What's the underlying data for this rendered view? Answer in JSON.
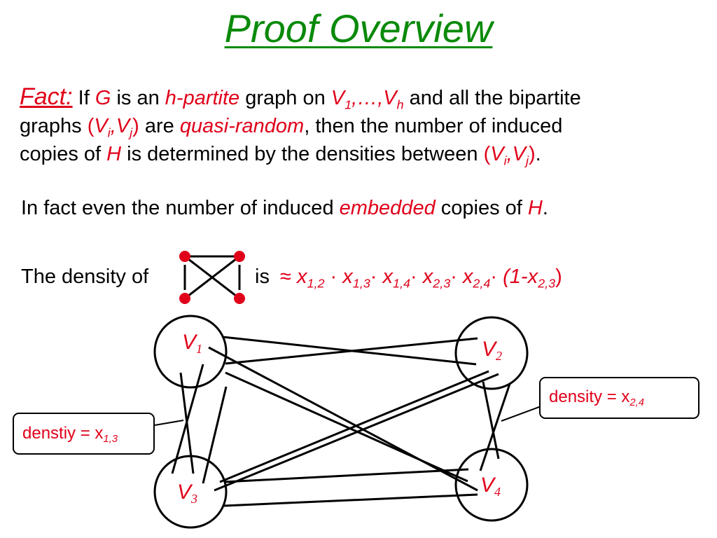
{
  "title": "Proof Overview",
  "fact": {
    "label": "Fact:",
    "w1": "If",
    "G": "G",
    "w2": "is an",
    "hpartite": "h-partite",
    "w3": "graph on",
    "V": "V",
    "s1": "1",
    "dots": ",…,",
    "sh": "h",
    "w4": "and all the bipartite",
    "w5": "graphs",
    "lp": "(",
    "Vi": "V",
    "si": "i",
    "comma": ",",
    "Vj": "V",
    "sj": "j",
    "rp": ")",
    "w6": "are",
    "quasi": "quasi-random",
    "w7": ", then the number of induced",
    "w8": "copies of",
    "H": "H",
    "w9": "is determined by the densities between",
    "dot": "."
  },
  "infact": {
    "w1": "In fact even the number of induced",
    "embedded": "embedded",
    "w2": "copies of",
    "H": "H",
    "dot": "."
  },
  "density": {
    "prefix": "The density of",
    "is": "is",
    "formula": {
      "approx": "≈",
      "x": "x",
      "cdot": "·",
      "s12": "1,2",
      "s13": "1,3",
      "s14": "1,4",
      "s23": "2,3",
      "s24": "2,4",
      "paren_open": "(1-",
      "paren_close": ")"
    }
  },
  "diagram": {
    "nodes": [
      {
        "label": "V",
        "sub": "1"
      },
      {
        "label": "V",
        "sub": "2"
      },
      {
        "label": "V",
        "sub": "3"
      },
      {
        "label": "V",
        "sub": "4"
      }
    ],
    "callout_left": {
      "text": "denstiy = x",
      "sub": "1,3"
    },
    "callout_right": {
      "text": "density = x",
      "sub": "2,4"
    }
  },
  "colors": {
    "title": "#0a8a0a",
    "accent": "#e0001a",
    "text": "#000000"
  }
}
